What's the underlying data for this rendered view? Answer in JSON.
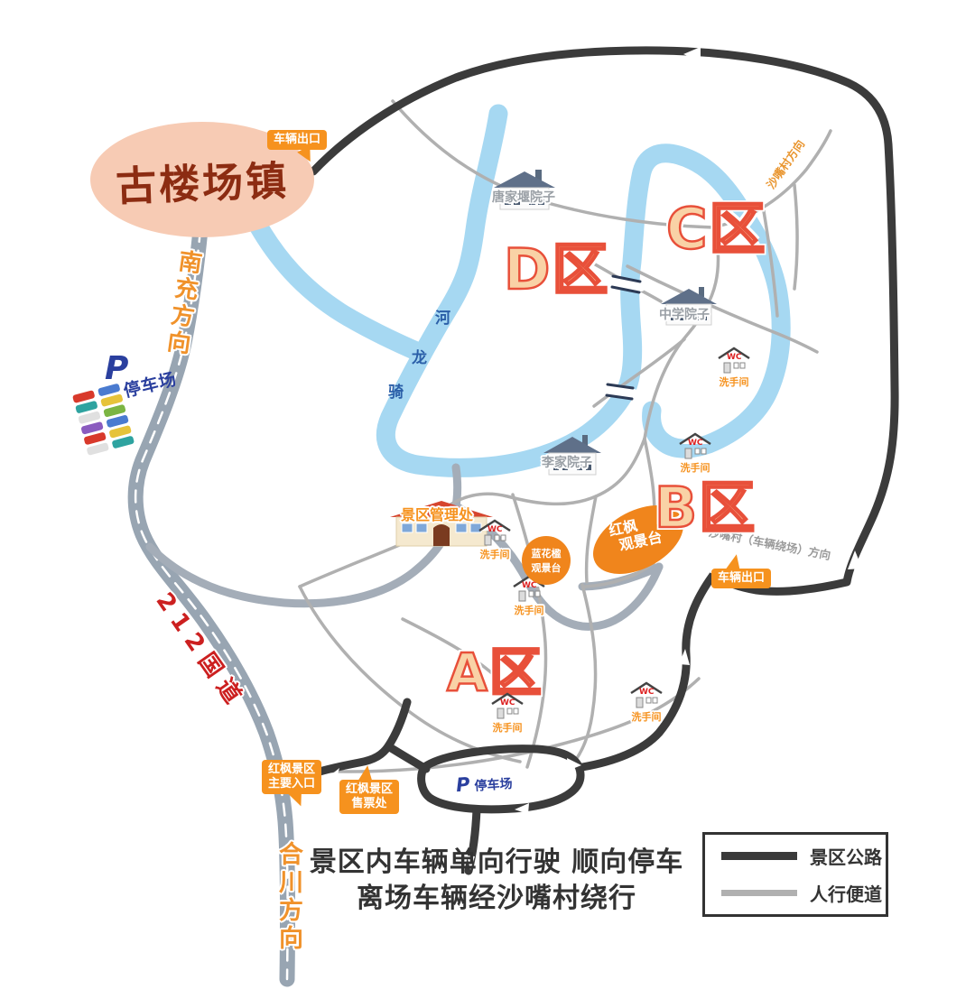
{
  "town": "古楼场镇",
  "tags": {
    "exit_top": "车辆出口",
    "exit_right": "车辆出口"
  },
  "roads": {
    "nanchong": "南充方向",
    "hechuan": "合川方向",
    "national": "212国道",
    "shazuicun_top": "沙嘴村方向",
    "shazuicun_bypass": "沙嘴村（车辆绕场）方向"
  },
  "river": {
    "c1": "河",
    "c2": "龙",
    "c3": "骑"
  },
  "zones": {
    "a": "A区",
    "b": "B区",
    "c": "C区",
    "d": "D区"
  },
  "houses": {
    "tang": "唐家堰院子",
    "middle_school": "中学院子",
    "li": "李家院子"
  },
  "office": "景区管理处",
  "viewpoints": {
    "hongfeng1": "红枫",
    "hongfeng2": "观景台",
    "lan1": "蓝花楹",
    "lan2": "观景台"
  },
  "wc": {
    "sign": "WC",
    "label": "洗手间"
  },
  "parking": {
    "p": "P",
    "label": "停车场"
  },
  "entrance": {
    "main1": "红枫景区",
    "main2": "主要入口",
    "ticket1": "红枫景区",
    "ticket2": "售票处"
  },
  "notice": {
    "line1": "景区内车辆单向行驶  顺向停车",
    "line2": "离场车辆经沙嘴村绕行"
  },
  "legend": {
    "road": "景区公路",
    "footpath": "人行便道"
  },
  "colors": {
    "scenic_road": "#3b3b3b",
    "highway": "#98a5b2",
    "footpath": "#b0b0b0",
    "river": "#a6d8f2",
    "orange": "#f6921e",
    "zone_fill": "#f9d2a6",
    "zone_stroke": "#e8503a",
    "bubble": "#f7cbb4",
    "blue_text": "#2a3f9e"
  }
}
